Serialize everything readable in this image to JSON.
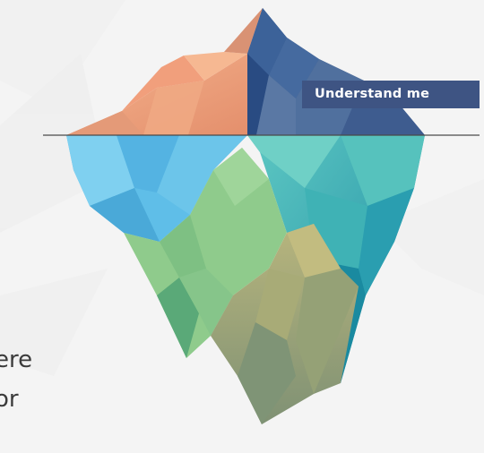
{
  "label": "Understand me",
  "clipped_text": {
    "line1": "ere",
    "line2": "or"
  },
  "colors": {
    "background": "#f4f4f4",
    "peach": "#f2a47e",
    "navy": "#3a5d93",
    "sky": "#64c6ec",
    "teal": "#4fbfb8",
    "green": "#8cc98a",
    "olive": "#a1ad78",
    "label_bg": "#3e5483",
    "waterline": "#4a4a4a"
  }
}
